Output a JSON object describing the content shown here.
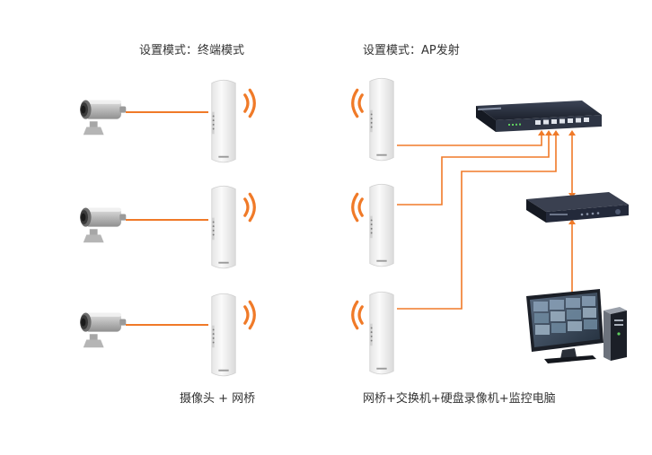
{
  "labels": {
    "left_mode": "设置模式：终端模式",
    "right_mode": "设置模式：AP发射",
    "left_caption": "摄像头 + 网桥",
    "right_caption": "网桥+交换机+硬盘录像机+监控电脑"
  },
  "colors": {
    "cable": "#F07A28",
    "signal": "#F07A28",
    "bridge_body": "#F2F2F2",
    "camera_body": "#C8C8C8",
    "switch_body": "#2A3040",
    "nvr_body": "#262B36"
  },
  "icons": {
    "camera": "cctv-camera-icon",
    "bridge": "wireless-bridge-icon",
    "switch": "network-switch-icon",
    "nvr": "nvr-recorder-icon",
    "monitor": "monitor-icon",
    "pc": "pc-tower-icon",
    "signal": "wifi-signal-icon"
  }
}
